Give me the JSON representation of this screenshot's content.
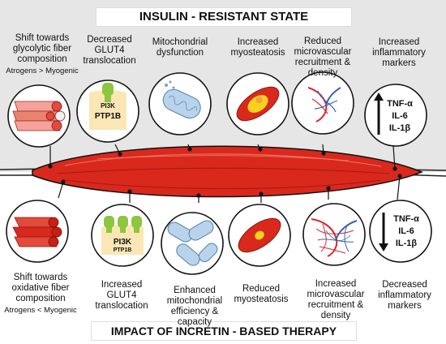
{
  "top_title": "INSULIN - RESISTANT STATE",
  "bottom_title": "IMPACT OF INCRETIN - BASED THERAPY",
  "top_labels": {
    "fiber": "Shift towards glycolytic fiber composition",
    "fiber_sub": "Atrogens  > Myogenic",
    "glut4": "Decreased GLUT4 translocation",
    "mito": "Mitochondrial dysfunction",
    "steatosis": "Increased myosteatosis",
    "micro": "Reduced microvascular recruitment & density",
    "inflam": "Increased inflammatory markers"
  },
  "bottom_labels": {
    "fiber": "Shift towards oxidative fiber composition",
    "fiber_sub": "Atrogens < Myogenic",
    "glut4": "Increased GLUT4 translocation",
    "mito": "Enhanced mitochondrial efficiency & capacity",
    "steatosis": "Reduced myosteatosis",
    "micro": "Increased microvascular recruitment & density",
    "inflam": "Decreased inflammatory markers"
  },
  "signal": {
    "pi3k": "PI3K",
    "ptp1b": "PTP1B"
  },
  "markers": {
    "tnf": "TNF-α",
    "il6": "IL-6",
    "il1b": "IL-1β"
  },
  "colors": {
    "muscle": "#d9291c",
    "muscle_dark": "#a51810",
    "top_bg": "#e6e6e6",
    "glut_green": "#8dc63f",
    "pi3k_box": "#fbe7b5",
    "mito_blue": "#b9d3ea",
    "fat_yellow": "#f6d21f",
    "vessel_red": "#d7262d",
    "vessel_blue": "#3a64ae"
  }
}
